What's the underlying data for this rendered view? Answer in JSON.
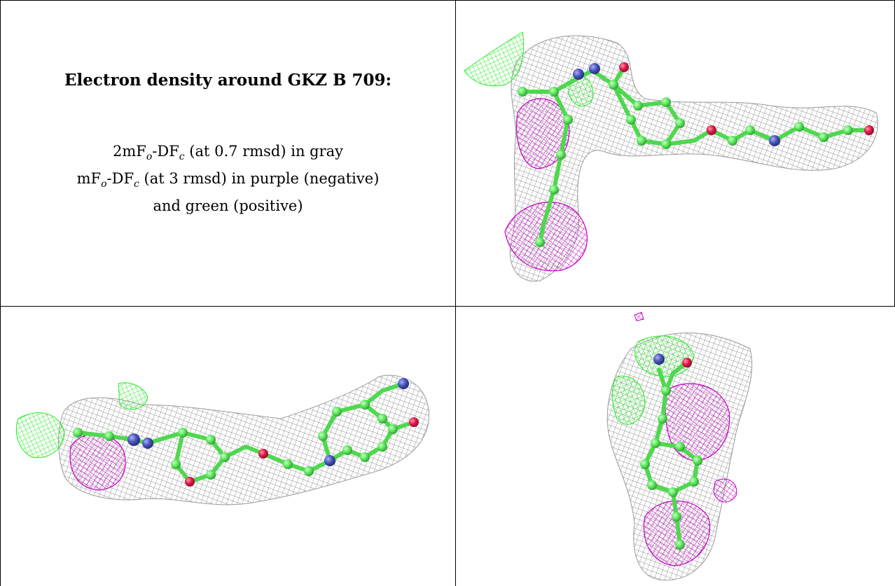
{
  "panel": {
    "title": "Electron density around GKZ B 709:",
    "legend": {
      "line1": {
        "pre": "2mF",
        "sub1": "o",
        "mid": "-DF",
        "sub2": "c",
        "post": " (at 0.7 rmsd) in gray"
      },
      "line2": {
        "pre": "mF",
        "sub1": "o",
        "mid": "-DF",
        "sub2": "c",
        "post": " (at 3 rmsd) in purple (negative)"
      },
      "line3": "and green (positive)"
    }
  },
  "colors": {
    "mesh_2fofc": "#9a9a9a",
    "fofc_negative": "#c000c0",
    "fofc_positive": "#22ee22",
    "carbon": "#5de85d",
    "nitrogen": "#4a55b8",
    "oxygen": "#e0194a"
  },
  "views": [
    {
      "name": "view-top-right"
    },
    {
      "name": "view-bottom-left"
    },
    {
      "name": "view-bottom-right"
    }
  ]
}
